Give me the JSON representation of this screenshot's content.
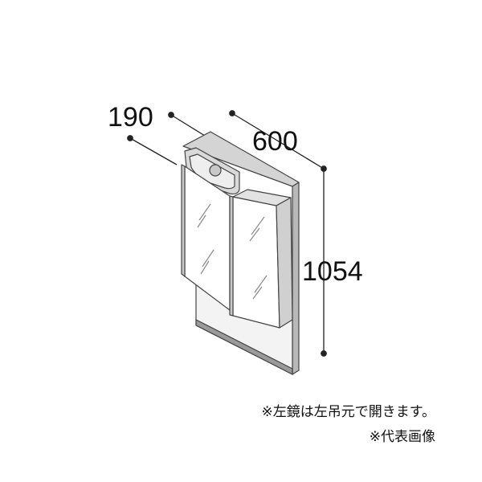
{
  "dimensions": {
    "depth": "190",
    "width": "600",
    "height": "1054"
  },
  "notes": {
    "line1": "※左鏡は左吊元で開きます。",
    "line2": "※代表画像"
  }
}
